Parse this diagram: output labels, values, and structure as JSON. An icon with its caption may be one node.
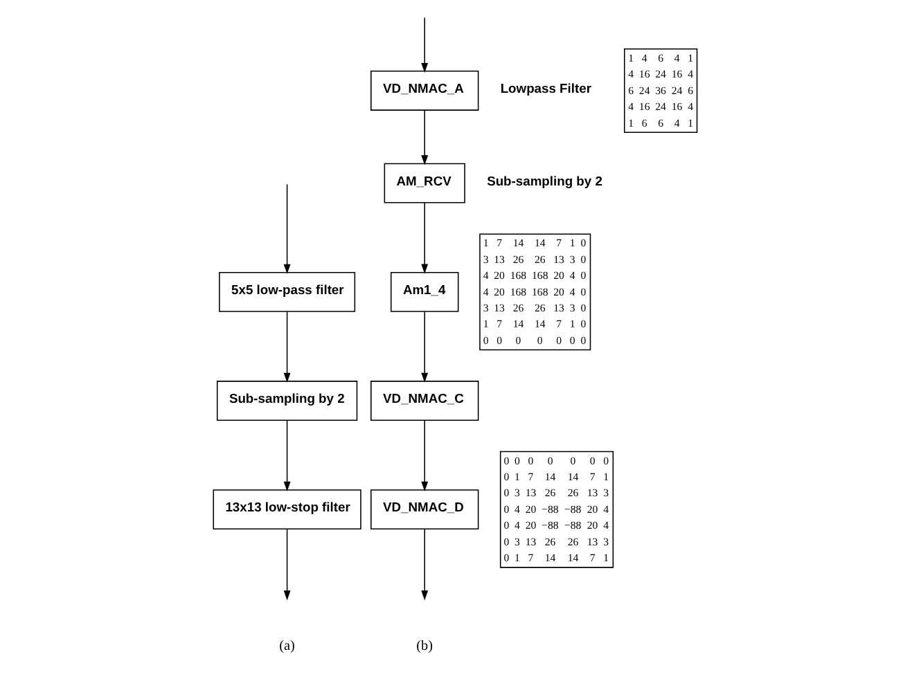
{
  "diagram": {
    "nodes": [
      {
        "text": [
          "5x5 low-pass filter"
        ]
      },
      {
        "text": [
          "Sub-sampling by 2"
        ]
      },
      {
        "text": [
          "13x13 low-stop filter"
        ]
      },
      {
        "text": [
          "VD_NMAC_A"
        ],
        "beside": [
          "Lowpass Filter"
        ]
      },
      {
        "text": [
          "AM_RCV"
        ],
        "beside": [
          "Sub-sampling by 2"
        ]
      },
      {
        "text": [
          "Am1_4"
        ]
      },
      {
        "text": [
          "VD_NMAC_C"
        ]
      },
      {
        "text": [
          "VD_NMAC_D"
        ]
      }
    ],
    "edges": [
      {
        "from": null,
        "to": 0,
        "arrow": "to"
      },
      {
        "from": 0,
        "to": 1,
        "arrow": "to"
      },
      {
        "from": 1,
        "to": 2,
        "arrow": "to"
      },
      {
        "from": 2,
        "to": null,
        "arrow": "to"
      },
      {
        "from": null,
        "to": 3,
        "arrow": "to"
      },
      {
        "from": 3,
        "to": 4,
        "arrow": "to"
      },
      {
        "from": 4,
        "to": 5,
        "arrow": "to"
      },
      {
        "from": 5,
        "to": 6,
        "arrow": "to"
      },
      {
        "from": 6,
        "to": 7,
        "arrow": "to"
      },
      {
        "from": 7,
        "to": null,
        "arrow": "to"
      }
    ],
    "labels": [
      "1",
      "4",
      "6",
      "4",
      "1",
      "4",
      "16",
      "24",
      "16",
      "4",
      "6",
      "24",
      "36",
      "24",
      "6",
      "4",
      "16",
      "24",
      "16",
      "4",
      "1",
      "6",
      "6",
      "4",
      "1",
      "1",
      "7",
      "14",
      "14",
      "7",
      "1",
      "0",
      "3",
      "13",
      "26",
      "26",
      "13",
      "3",
      "0",
      "4",
      "20",
      "168",
      "168",
      "20",
      "4",
      "0",
      "4",
      "20",
      "168",
      "168",
      "20",
      "4",
      "0",
      "3",
      "13",
      "26",
      "26",
      "13",
      "3",
      "0",
      "1",
      "7",
      "14",
      "14",
      "7",
      "1",
      "0",
      "0",
      "0",
      "0",
      "0",
      "0",
      "0",
      "0",
      "0",
      "0",
      "0",
      "0",
      "0",
      "0",
      "0",
      "0",
      "1",
      "7",
      "14",
      "14",
      "7",
      "1",
      "0",
      "3",
      "13",
      "26",
      "26",
      "13",
      "3",
      "0",
      "4",
      "20",
      "−88",
      "−88",
      "20",
      "4",
      "0",
      "4",
      "20",
      "−88",
      "−88",
      "20",
      "4",
      "0",
      "3",
      "13",
      "26",
      "26",
      "13",
      "3",
      "0",
      "1",
      "7",
      "14",
      "14",
      "7",
      "1",
      "(a)",
      "(b)"
    ]
  }
}
